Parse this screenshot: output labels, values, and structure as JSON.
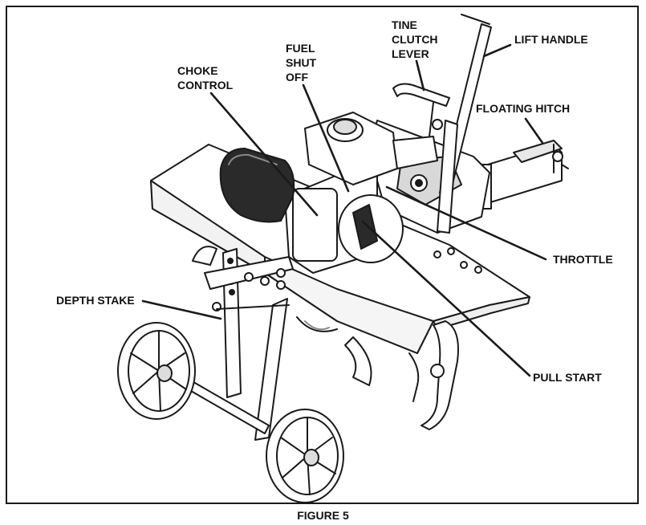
{
  "labels": {
    "choke_control": [
      "CHOKE",
      "CONTROL"
    ],
    "fuel_shut_off": [
      "FUEL",
      "SHUT",
      "OFF"
    ],
    "tine_clutch_lever": [
      "TINE",
      "CLUTCH",
      "LEVER"
    ],
    "lift_handle": "LIFT HANDLE",
    "floating_hitch": "FLOATING HITCH",
    "throttle": "THROTTLE",
    "depth_stake": "DEPTH STAKE",
    "pull_start": "PULL START"
  },
  "caption": "FIGURE 5",
  "colors": {
    "line": "#1a1a1a",
    "fill_light": "#ffffff",
    "fill_dark": "#2a2a2a",
    "fill_mid": "#9a9a9a"
  }
}
